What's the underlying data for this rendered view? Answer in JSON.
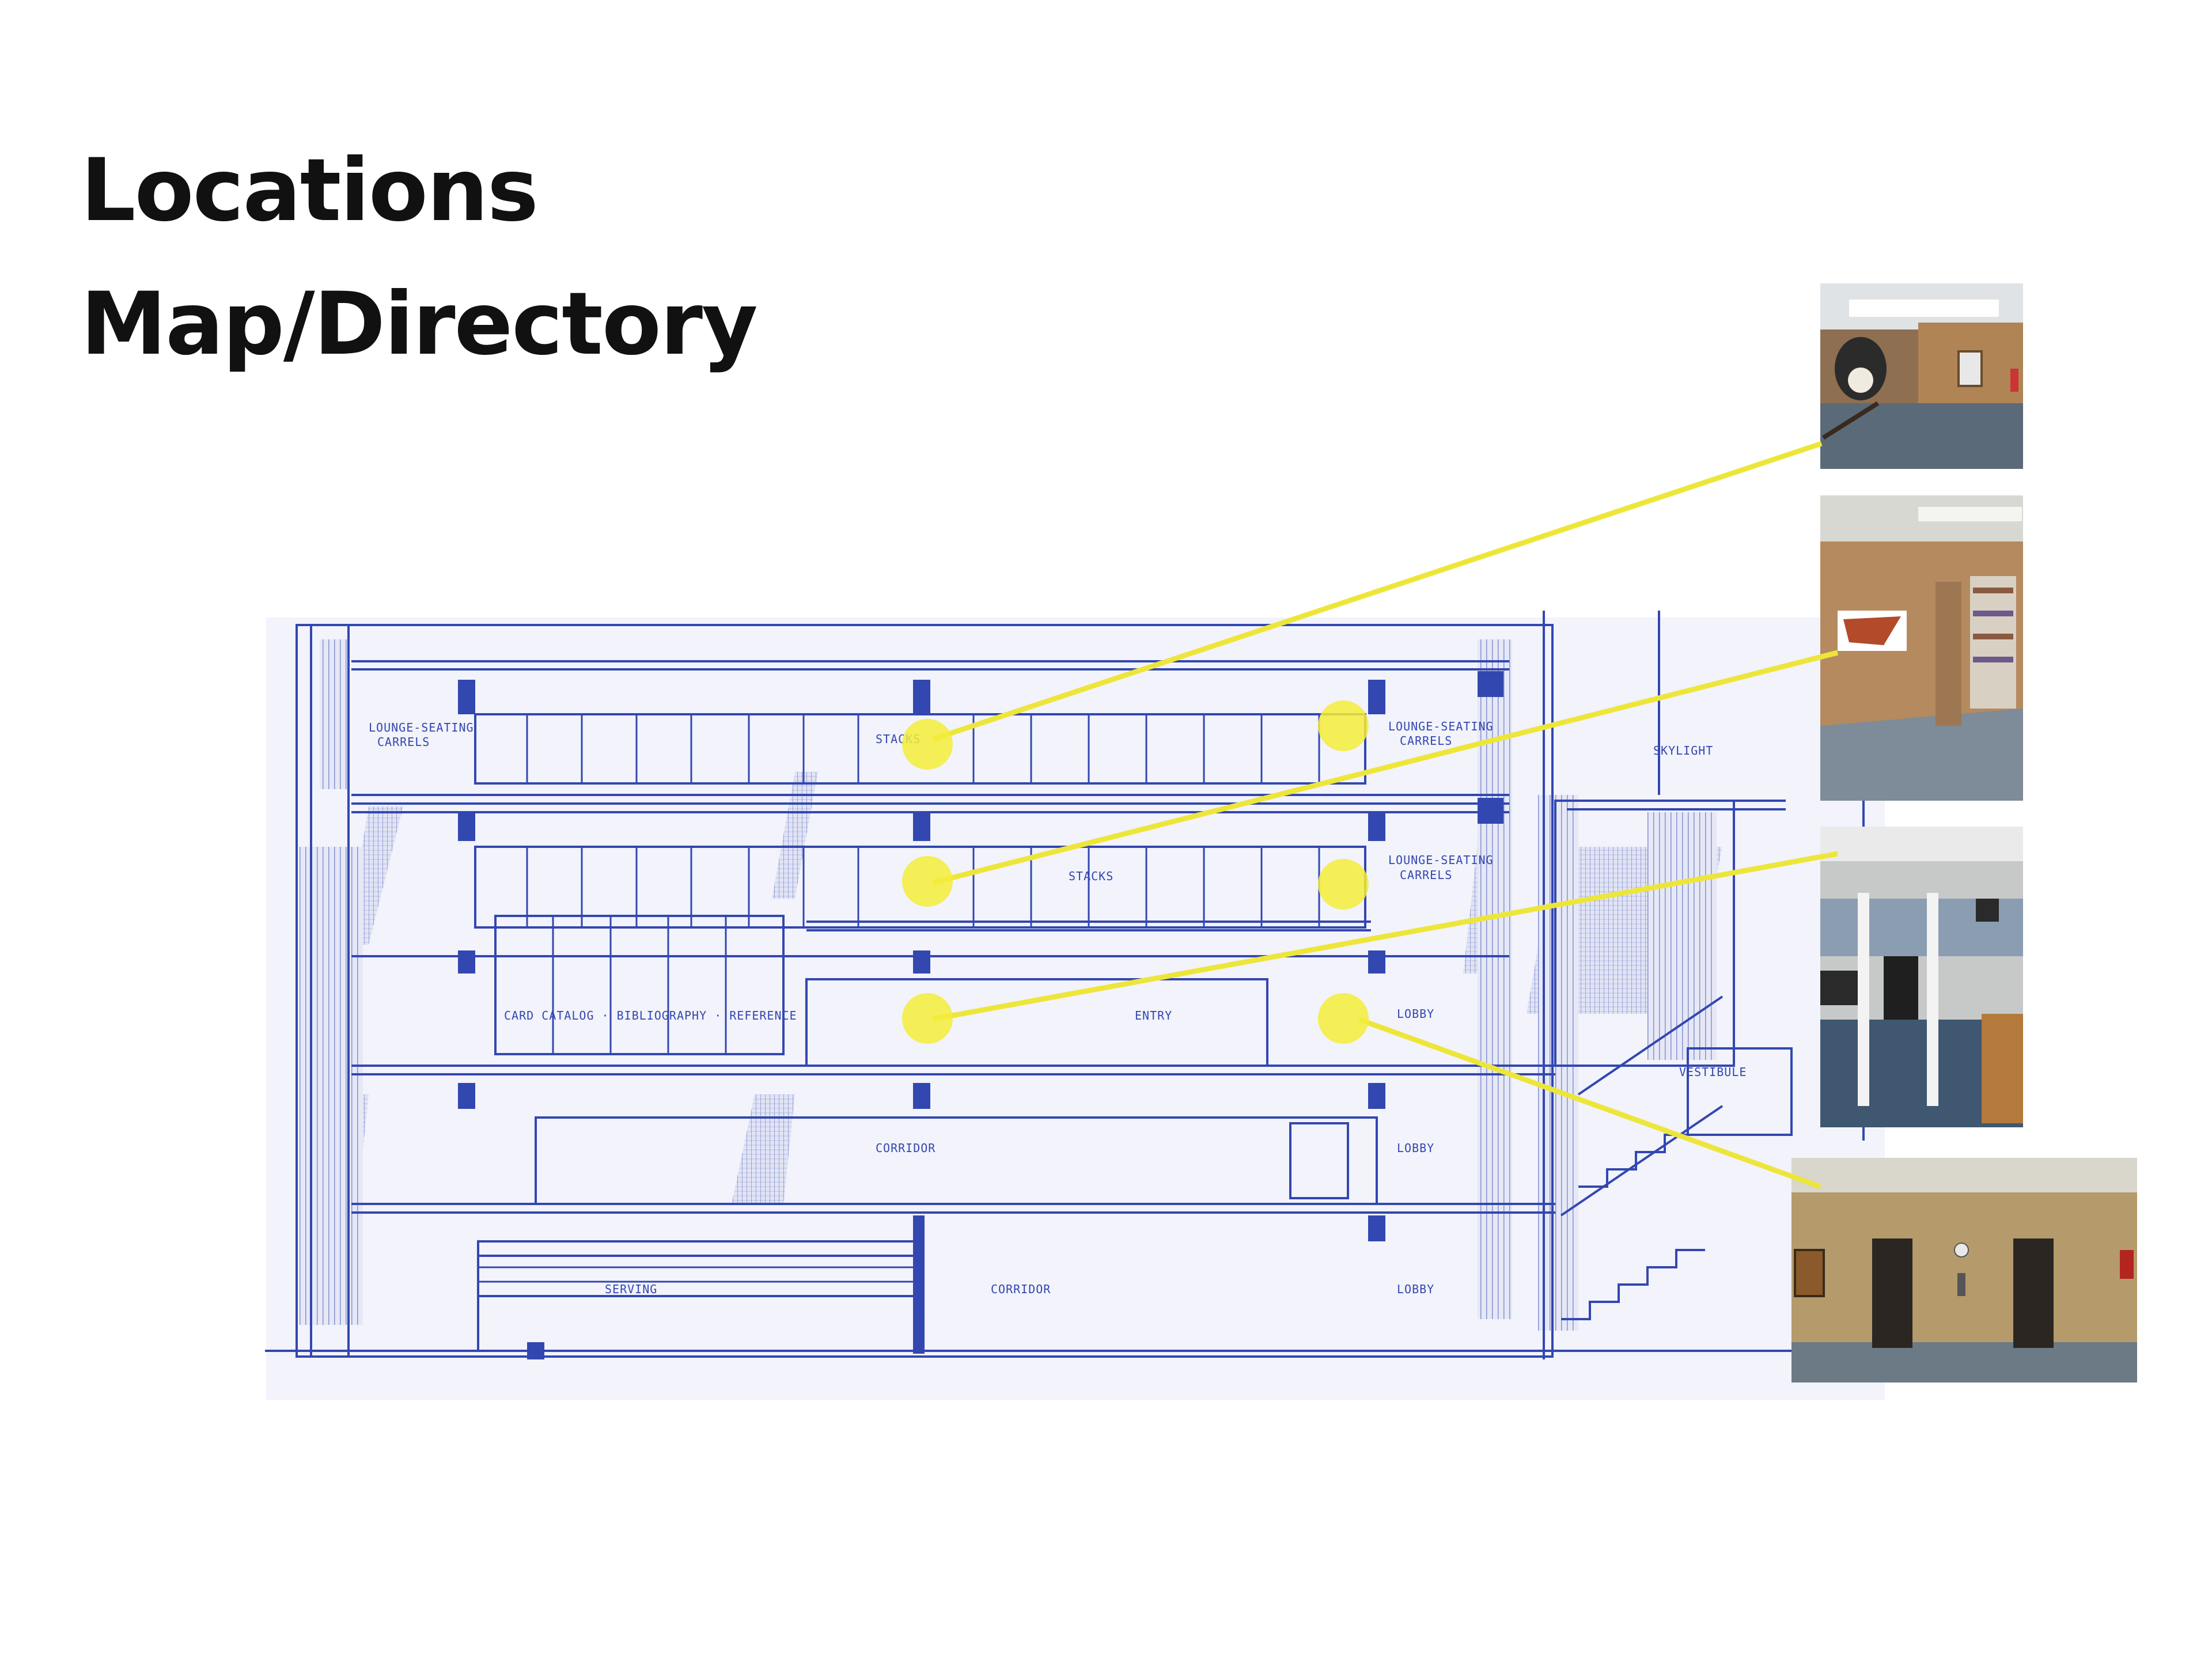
{
  "title": {
    "line1": "Locations",
    "line2": "Map/Directory"
  },
  "blueprint": {
    "labels": {
      "lounge_seating_carrels_left": "LOUNGE-SEATING",
      "carrels_left": "CARRELS",
      "stacks_top": "STACKS",
      "lounge_seating_carrels_top_right": "LOUNGE-SEATING",
      "carrels_top_right": "CARRELS",
      "skylight": "SKYLIGHT",
      "stacks_mid": "STACKS",
      "lounge_seating_carrels_mid_right": "LOUNGE-SEATING",
      "carrels_mid_right": "CARRELS",
      "card_catalog": "CARD CATALOG · BIBLIOGRAPHY · REFERENCE",
      "entry": "ENTRY",
      "lobby_main": "LOBBY",
      "vestibule": "VESTIBULE",
      "corridor_lower": "CORRIDOR",
      "lobby_lower": "LOBBY",
      "serving": "SERVING",
      "corridor_basement": "CORRIDOR",
      "lobby_basement": "LOBBY"
    }
  },
  "colors": {
    "blueprint_line": "#3347b0",
    "blueprint_paper": "#f2f3fb",
    "marker": "#f5ec3a",
    "connector": "#ede63a",
    "brick": "#a7845e"
  },
  "markers": [
    {
      "name": "marker-stacks-top-left"
    },
    {
      "name": "marker-lounge-top-right"
    },
    {
      "name": "marker-stacks-mid-left"
    },
    {
      "name": "marker-lounge-mid-right"
    },
    {
      "name": "marker-catalog"
    },
    {
      "name": "marker-lobby"
    }
  ],
  "photos": [
    {
      "name": "photo-stair-landing",
      "icon": "interior-photo"
    },
    {
      "name": "photo-stacks-corridor",
      "icon": "interior-photo"
    },
    {
      "name": "photo-entry-gates",
      "icon": "interior-photo"
    },
    {
      "name": "photo-elevator-lobby",
      "icon": "interior-photo"
    }
  ]
}
